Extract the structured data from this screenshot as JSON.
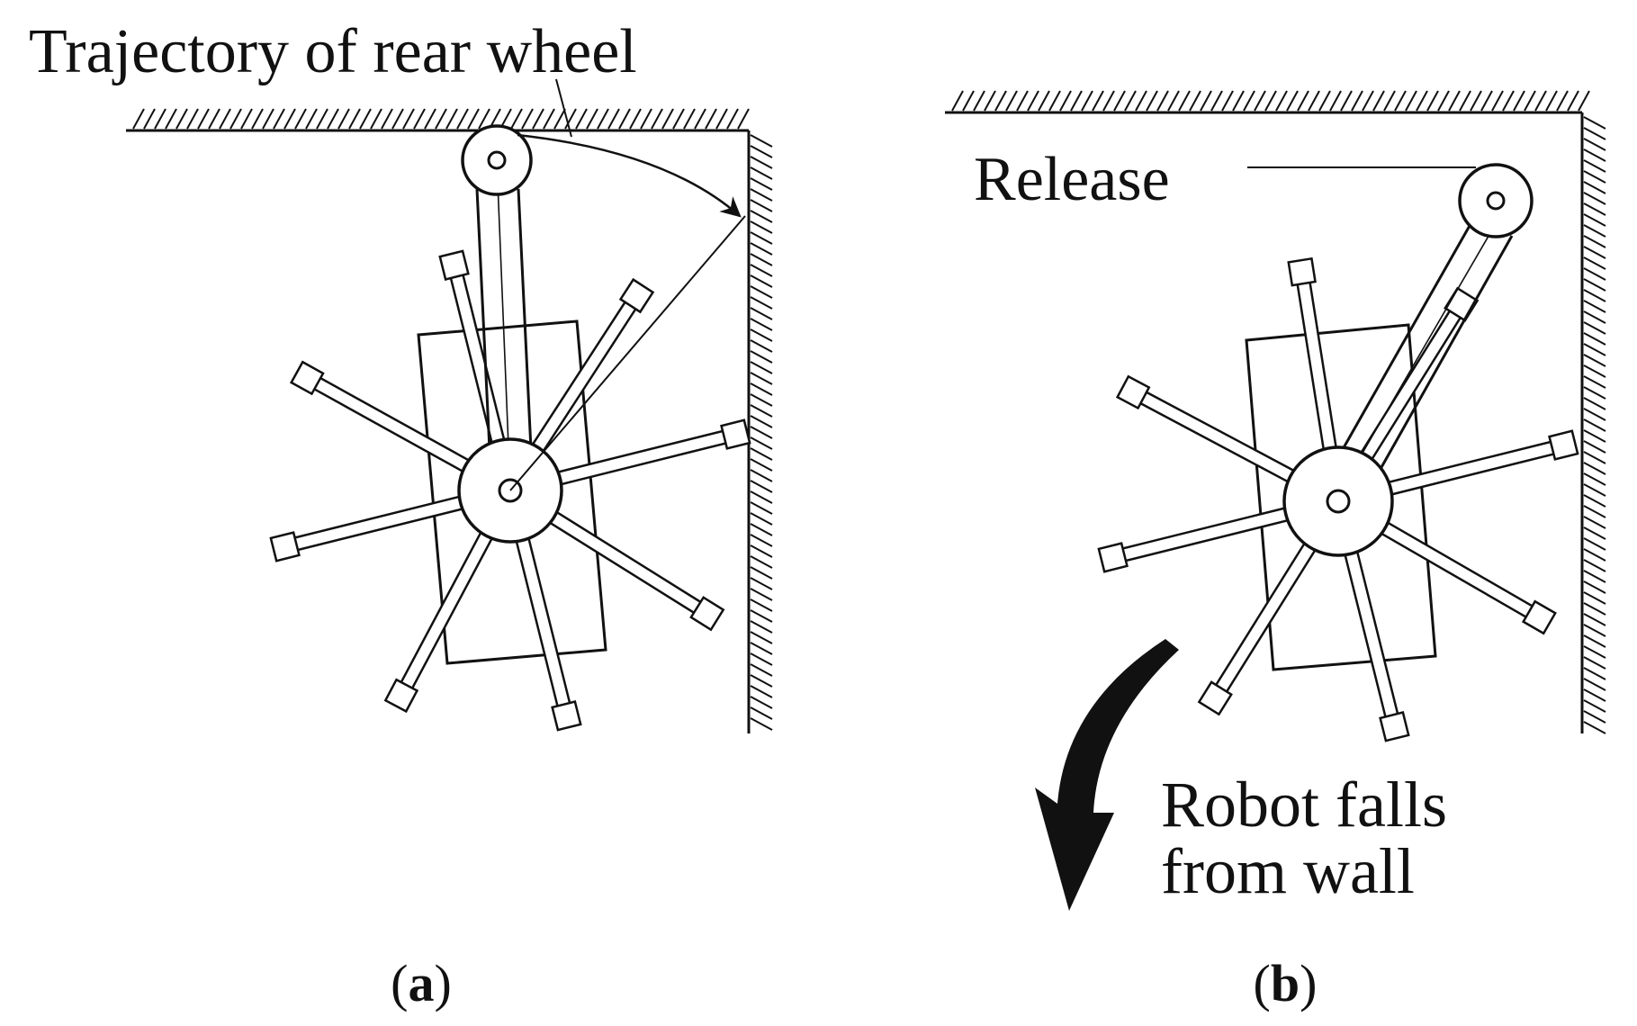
{
  "panel_a": {
    "label": "Trajectory of rear wheel",
    "caption_letter": "a"
  },
  "panel_b": {
    "release_label": "Release",
    "fall_label_line1": "Robot falls",
    "fall_label_line2": "from wall",
    "caption_letter": "b"
  },
  "colors": {
    "ink": "#111111",
    "background": "#ffffff"
  }
}
